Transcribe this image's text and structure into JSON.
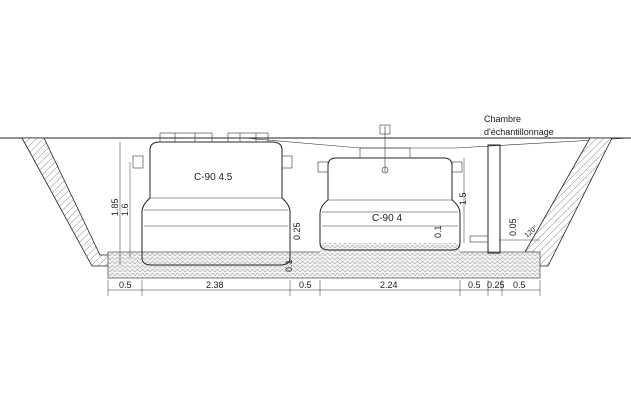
{
  "tanks": [
    {
      "label": "C-90 4.5",
      "height_dim": "1.85",
      "inner_dim": "1.6"
    },
    {
      "label": "C-90 4",
      "height_dim": "1.5",
      "inner_dim": "0.1"
    }
  ],
  "chamber": {
    "label_line1": "Chambre",
    "label_line2": "d'échantillonnage",
    "dim": "0.05",
    "slope_label": "120°"
  },
  "mid_dims": {
    "gap": "0.25",
    "base": "0.1"
  },
  "bottom_dims": [
    "0.5",
    "2.38",
    "0.5",
    "2.24",
    "0.5",
    "0.25",
    "0.5"
  ]
}
